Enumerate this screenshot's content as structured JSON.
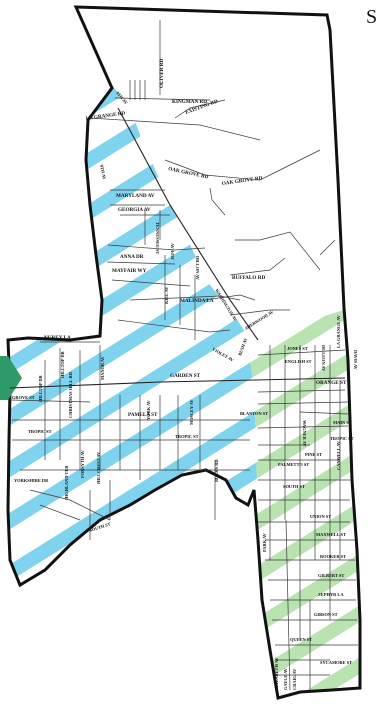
{
  "map": {
    "corner_letter": "S",
    "colors": {
      "blue_zone": "#7fd3ee",
      "blue_stripe": "#4fc1e6",
      "green_zone": "#b9e4b1",
      "green_stripe": "#8fd08a",
      "boundary": "#111111",
      "arrow": "#2e9a6a"
    },
    "labels": {
      "oliver_rd": "OLIVER RD",
      "kingman_rd": "KINGMAN RD",
      "la_grange_rd": "LA GRANGE RD",
      "ninth_av": "9TH AV",
      "existing_rd": "EXISTING RD",
      "oak_grove_rd_1": "OAK GROVE RD",
      "oak_grove_rd_2": "OAK GROVE RD",
      "maryland_av": "MARYLAND AV",
      "georgia_av": "GEORGIA AV",
      "tennessee_st": "TENNESSEE ST",
      "anna_dr": "ANNA DR",
      "mayfair_wy": "MAYFAIR WY",
      "jeff_av": "JEFF AV",
      "buffalo_rd": "BUFFALO RD",
      "malinda_la": "MALINDA LA",
      "washington_av": "WASHINGTON AV",
      "sherwood_av": "SHERWOOD AV",
      "jones_st": "JONES ST",
      "english_st": "ENGLISH ST",
      "deleon_av_n": "DE LEON AV",
      "la_grange_av": "LA GRANGE AV",
      "davis_av": "DAVIS AV",
      "nurey_la": "NUREY LA",
      "hilltop_dr_n": "HILLTOP DR",
      "hilltop_dr_s": "HILLTOP DR",
      "manor_av": "MANOR AV",
      "garden_st": "GARDEN ST",
      "orange_st": "ORANGE ST",
      "grove_st": "GROVE ST",
      "christmas_hill_rd": "CHRISTMAS HILL RD",
      "pamela_st": "PAMELA ST",
      "blanton_st": "BLANTON ST",
      "main_st": "MAIN ST",
      "tropic_st_w": "TROPIC ST",
      "tropic_st_c": "TROPIC ST",
      "tropic_st_e": "TROPIC ST",
      "york_av": "YORK AV",
      "pine_st": "PINE ST",
      "palmetto_st": "PALMETTO ST",
      "south_st_w": "SOUTH ST",
      "south_st_c": "SOUTH ST",
      "union_st": "UNION ST",
      "maxwell_st": "MAXWELL ST",
      "rooker_st": "ROOKER ST",
      "gilbert_st": "GILBERT ST",
      "zephyr_la": "ZEPHYR LA",
      "gibson_st": "GIBSON ST",
      "queen_st": "QUEEN ST",
      "sycamore_st": "SYCAMORE ST",
      "elizabeth_av": "ELIZABETH AV",
      "gayle_av": "GAYLE AV",
      "craig_av": "CRAIG AV",
      "yorkshire_dr": "YORKSHIRE DR",
      "highland_ter": "HIGHLAND TER",
      "forsyth_av": "FORSYTH AV",
      "hillcrest_av": "HILLCREST AV",
      "park_av": "PARK AV",
      "canwell_av": "CANWELL AV",
      "dillon_av": "DILLON AV",
      "bucks_rd": "BUCKS RD",
      "kiel_av": "KIEL AV",
      "violet_av": "VIOLET AV",
      "mosley_av": "MOSLEY AV",
      "wagner_av": "WAGNER AV",
      "bush_av": "BUSH AV"
    }
  }
}
